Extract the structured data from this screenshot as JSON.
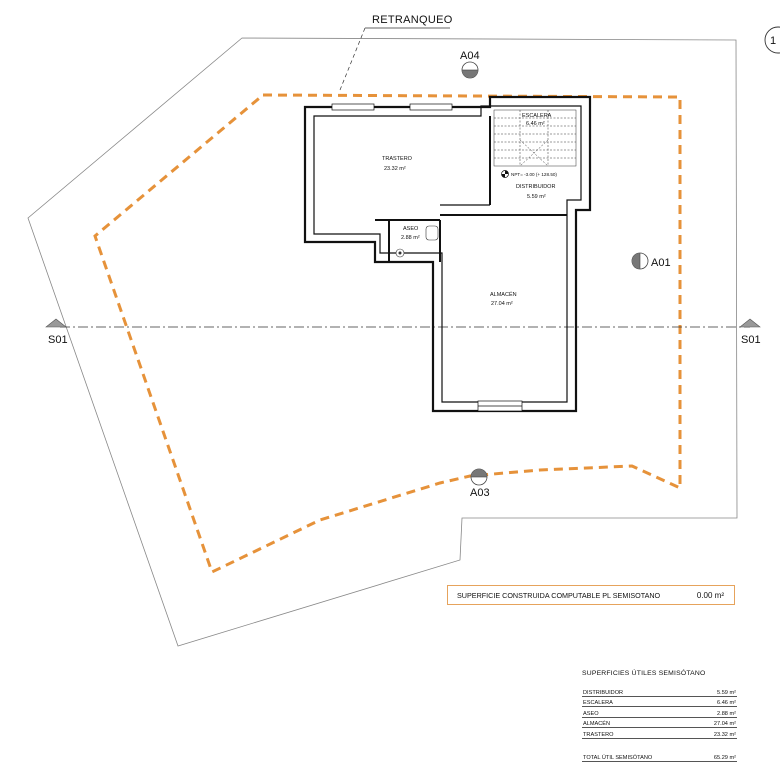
{
  "plan": {
    "setback_label": "RETRANQUEO",
    "section_left": "S01",
    "section_right": "S01",
    "elev_top": "A04",
    "elev_right": "A01",
    "elev_bottom": "A03",
    "corner_symbol": "1",
    "level_mark": "NPT= -3.00 (+ 128.50)",
    "accent_color": "#e6923a"
  },
  "rooms": {
    "trastero": {
      "name": "TRASTERO",
      "area": "23.32 m²"
    },
    "escalera": {
      "name": "ESCALERA",
      "area": "6.46 m²"
    },
    "distribuidor": {
      "name": "DISTRIBUIDOR",
      "area": "5.59 m²"
    },
    "aseo": {
      "name": "ASEO",
      "area": "2.88 m²"
    },
    "almacen": {
      "name": "ALMACÉN",
      "area": "27.04 m²"
    }
  },
  "summary": {
    "label": "SUPERFICIE CONSTRUIDA COMPUTABLE PL SEMISOTANO",
    "value": "0.00 m²"
  },
  "areas_table": {
    "title": "SUPERFICIES ÚTILES SEMISÓTANO",
    "rows": [
      {
        "name": "DISTRIBUIDOR",
        "value": "5.59 m²"
      },
      {
        "name": "ESCALERA",
        "value": "6.46 m²"
      },
      {
        "name": "ASEO",
        "value": "2.88 m²"
      },
      {
        "name": "ALMACÉN",
        "value": "27.04 m²"
      },
      {
        "name": "TRASTERO",
        "value": "23.32 m²"
      }
    ],
    "total": {
      "name": "TOTAL ÚTIL SEMISÓTANO",
      "value": "65.29 m²"
    }
  }
}
